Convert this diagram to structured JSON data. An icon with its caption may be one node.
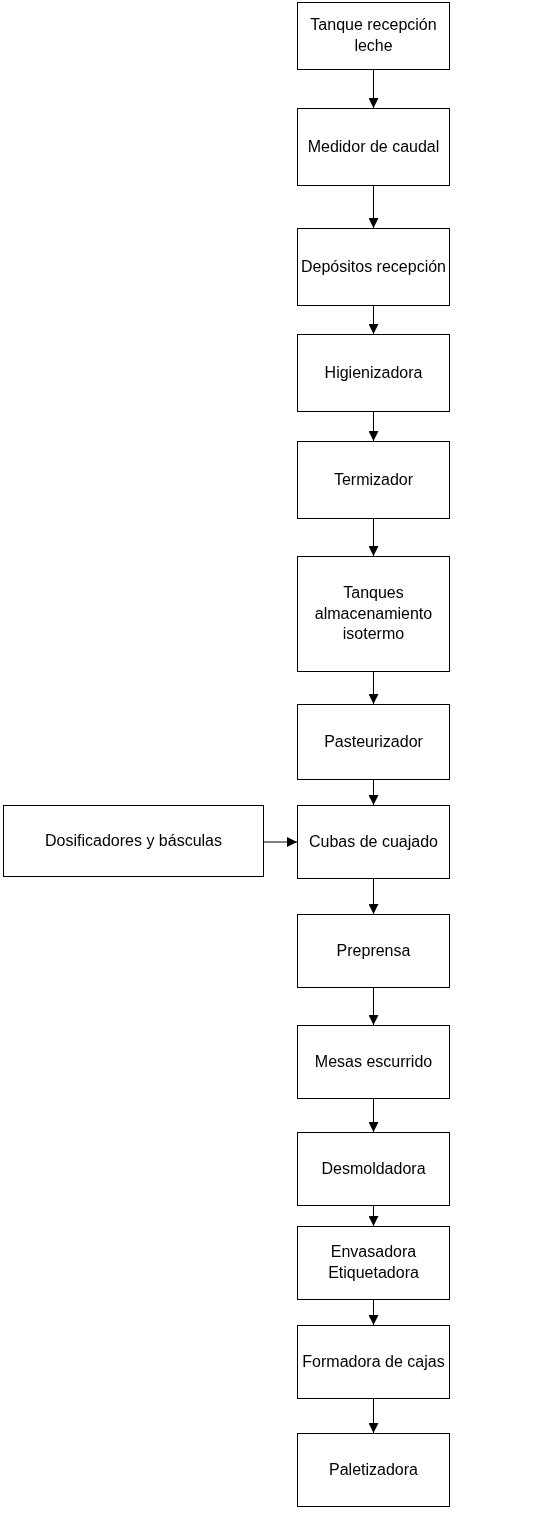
{
  "diagram": {
    "nodes": [
      {
        "text": [
          "Tanque recepción leche"
        ]
      },
      {
        "text": [
          "Medidor de caudal"
        ]
      },
      {
        "text": [
          "Depósitos recepción"
        ]
      },
      {
        "text": [
          "Higienizadora"
        ]
      },
      {
        "text": [
          "Termizador"
        ]
      },
      {
        "text": [
          "Tanques almacenamiento isotermo"
        ]
      },
      {
        "text": [
          "Pasteurizador"
        ]
      },
      {
        "text": [
          "Dosificadores y básculas"
        ]
      },
      {
        "text": [
          "Cubas de cuajado"
        ]
      },
      {
        "text": [
          "Preprensa"
        ]
      },
      {
        "text": [
          "Mesas escurrido"
        ]
      },
      {
        "text": [
          "Desmoldadora"
        ]
      },
      {
        "text": [
          "Envasadora Etiquetadora"
        ]
      },
      {
        "text": [
          "Formadora de cajas"
        ]
      },
      {
        "text": [
          "Paletizadora"
        ]
      }
    ],
    "edges": [
      {
        "from": 0,
        "to": 1,
        "arrow": "to"
      },
      {
        "from": 1,
        "to": 2,
        "arrow": "to"
      },
      {
        "from": 2,
        "to": 3,
        "arrow": "to"
      },
      {
        "from": 3,
        "to": 4,
        "arrow": "to"
      },
      {
        "from": 4,
        "to": 5,
        "arrow": "to"
      },
      {
        "from": 5,
        "to": 6,
        "arrow": "to"
      },
      {
        "from": 6,
        "to": 8,
        "arrow": "to"
      },
      {
        "from": 7,
        "to": 8,
        "arrow": "to"
      },
      {
        "from": 8,
        "to": 9,
        "arrow": "to"
      },
      {
        "from": 9,
        "to": 10,
        "arrow": "to"
      },
      {
        "from": 10,
        "to": 11,
        "arrow": "to"
      },
      {
        "from": 11,
        "to": 12,
        "arrow": "to"
      },
      {
        "from": 12,
        "to": 13,
        "arrow": "to"
      },
      {
        "from": 13,
        "to": 14,
        "arrow": "to"
      }
    ]
  }
}
